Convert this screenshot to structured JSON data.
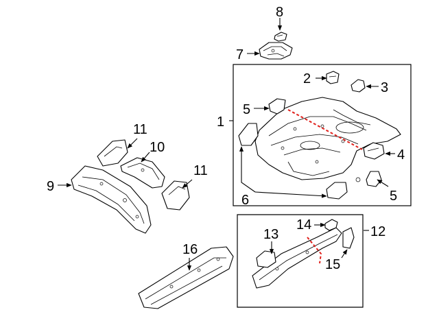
{
  "callouts": {
    "c1": "1",
    "c2": "2",
    "c3": "3",
    "c4": "4",
    "c5a": "5",
    "c5b": "5",
    "c6": "6",
    "c7": "7",
    "c8": "8",
    "c9": "9",
    "c10": "10",
    "c11a": "11",
    "c11b": "11",
    "c12": "12",
    "c13": "13",
    "c14": "14",
    "c15": "15",
    "c16": "16"
  },
  "colors": {
    "line": "#000000",
    "cut_line": "#e0201b",
    "background": "#ffffff"
  }
}
